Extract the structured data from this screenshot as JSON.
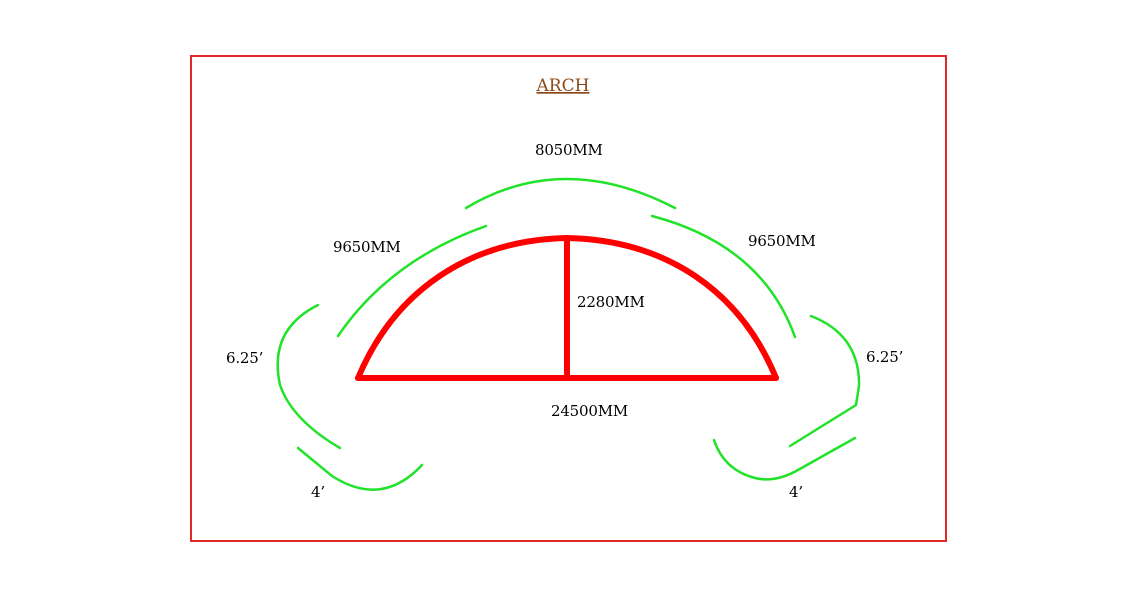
{
  "title": "ARCH",
  "colors": {
    "frame": "#e32626",
    "arch": "#ff0000",
    "segments": "#22e22a",
    "title": "#8b4a1a",
    "text": "#000000"
  },
  "labels": {
    "top_segment": "8050MM",
    "upper_left_segment": "9650MM",
    "upper_right_segment": "9650MM",
    "left_bend": "6.25’",
    "right_bend": "6.25’",
    "left_foot": "4’",
    "right_foot": "4’",
    "rise": "2280MM",
    "span": "24500MM"
  }
}
